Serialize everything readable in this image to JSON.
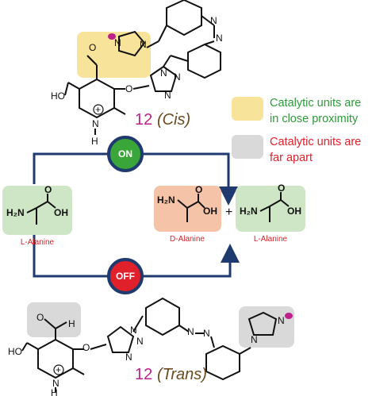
{
  "cis": {
    "number": "12",
    "label": "(Cis)"
  },
  "trans": {
    "number": "12",
    "label": "(Trans)"
  },
  "switch_on": "ON",
  "switch_off": "OFF",
  "legend": {
    "proximity": {
      "line1": "Catalytic units are",
      "line2": "in close proximity",
      "color": "#2e9b3a",
      "swatch": "#f8e39a"
    },
    "apart": {
      "line1": "Catalytic units are",
      "line2": "far apart",
      "color": "#e0202a",
      "swatch": "#d9d9d9"
    }
  },
  "molecules": {
    "l_alanine_left": "L-Alanine",
    "d_alanine": "D-Alanine",
    "l_alanine_right": "L-Alanine",
    "plus": "+"
  },
  "atoms": {
    "O": "O",
    "OH": "OH",
    "HO": "HO",
    "H2N": "H₂N",
    "N": "N",
    "H": "H",
    "plus_charge": "+"
  },
  "colors": {
    "arrow": "#1f3a6e",
    "on_button": "#3aa63a",
    "off_button": "#e0202a",
    "button_ring": "#1f3a6e",
    "l_box": "#cfe6c6",
    "d_box": "#f4c3a8",
    "number": "#c0208c",
    "label": "#6b4a1f"
  }
}
